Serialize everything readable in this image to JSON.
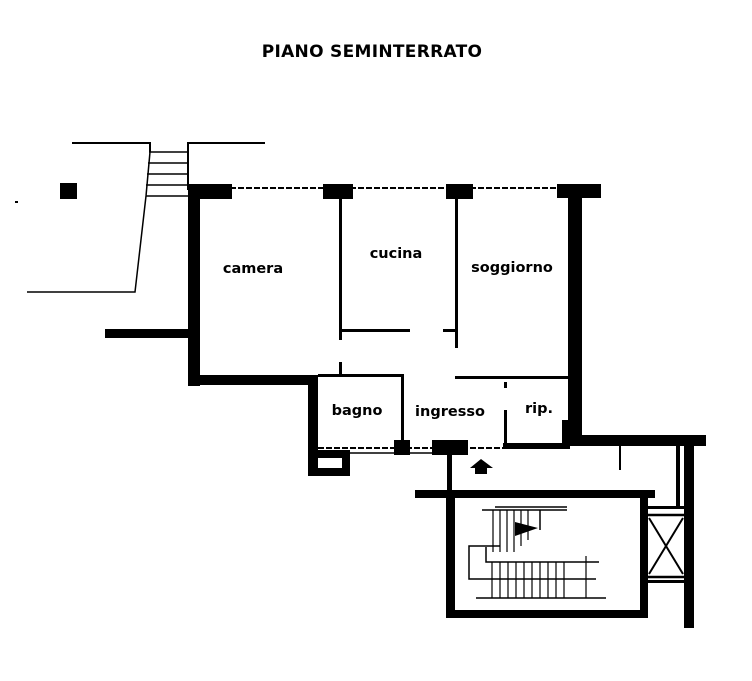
{
  "title": "PIANO SEMINTERRATO",
  "rooms": [
    {
      "id": "camera",
      "label": "camera"
    },
    {
      "id": "cucina",
      "label": "cucina"
    },
    {
      "id": "soggiorno",
      "label": "soggiorno"
    },
    {
      "id": "bagno",
      "label": "bagno"
    },
    {
      "id": "ingresso",
      "label": "ingresso"
    },
    {
      "id": "ripostiglio",
      "label": "rip."
    }
  ],
  "colors": {
    "wall": "#000000",
    "background": "#ffffff"
  }
}
